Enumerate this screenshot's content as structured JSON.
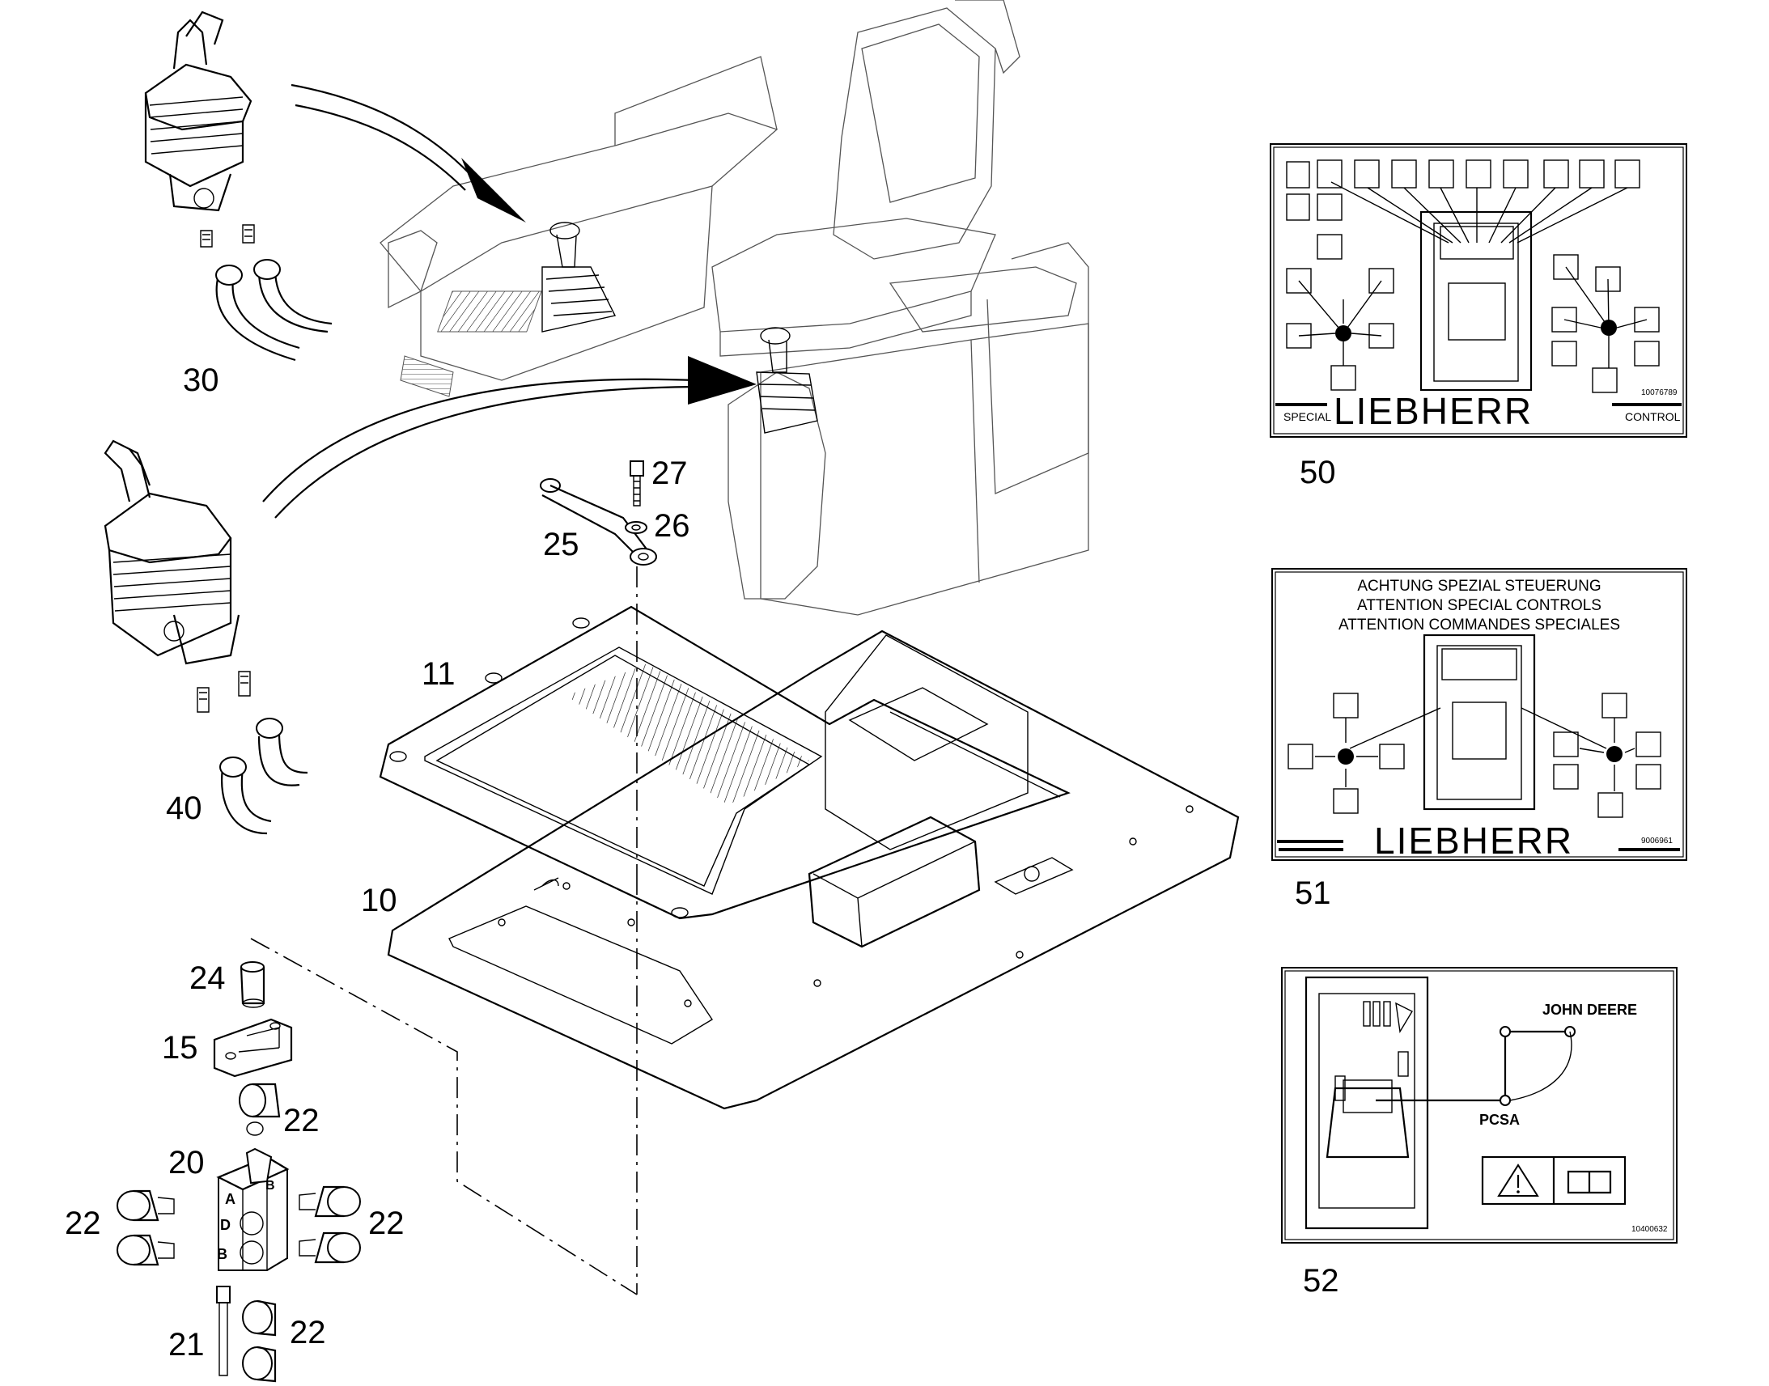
{
  "callouts": {
    "c10": "10",
    "c11": "11",
    "c15": "15",
    "c20": "20",
    "c21": "21",
    "c22a": "22",
    "c22b": "22",
    "c22c": "22",
    "c22d": "22",
    "c24": "24",
    "c25": "25",
    "c26": "26",
    "c27": "27",
    "c30": "30",
    "c40": "40",
    "c50": "50",
    "c51": "51",
    "c52": "52"
  },
  "decal50": {
    "brand": "LIEBHERR",
    "left_tag": "SPECIAL",
    "right_tag": "CONTROL",
    "code": "10076789"
  },
  "decal51": {
    "line1": "ACHTUNG SPEZIAL STEUERUNG",
    "line2": "ATTENTION SPECIAL CONTROLS",
    "line3": "ATTENTION COMMANDES SPECIALES",
    "brand": "LIEBHERR",
    "code": "9006961"
  },
  "decal52": {
    "maker": "JOHN DEERE",
    "pattern": "PCSA",
    "code": "10400632"
  },
  "valve_ports": {
    "a": "A",
    "b": "B",
    "d": "D",
    "bi": "B"
  }
}
